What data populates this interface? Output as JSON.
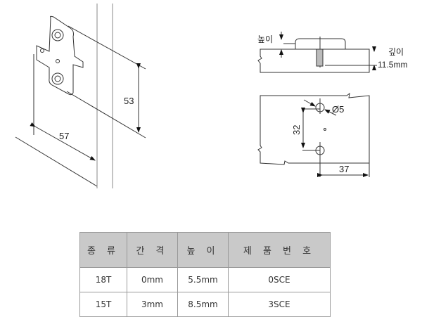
{
  "drawing": {
    "iso_view": {
      "dim_width": "57",
      "dim_height": "53"
    },
    "side_view": {
      "height_label": "높이",
      "depth_label": "깊이",
      "depth_value": "11.5mm"
    },
    "top_view": {
      "hole_diameter": "Ø5",
      "hole_spacing": "32",
      "edge_distance": "37"
    }
  },
  "table": {
    "headers": [
      "종 류",
      "간 격",
      "높 이",
      "제 품 번 호"
    ],
    "rows": [
      [
        "18T",
        "0mm",
        "5.5mm",
        "0SCE"
      ],
      [
        "15T",
        "3mm",
        "8.5mm",
        "3SCE"
      ]
    ]
  }
}
